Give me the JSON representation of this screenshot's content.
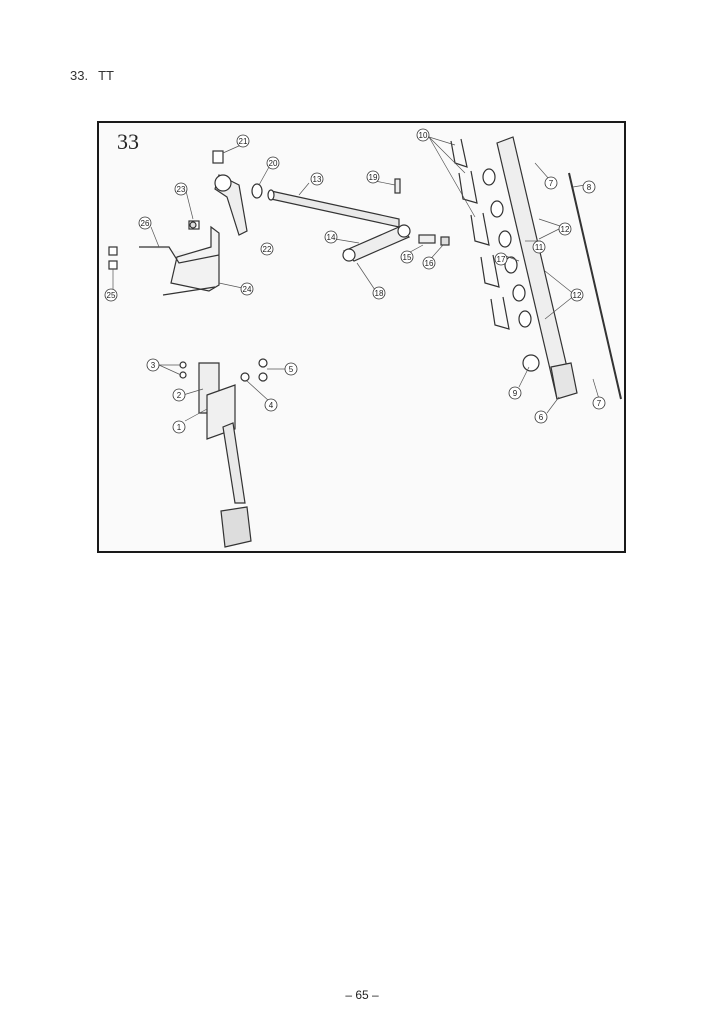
{
  "heading": {
    "number": "33.",
    "title": "TT"
  },
  "figure": {
    "number": "33",
    "callouts": [
      "1",
      "2",
      "3",
      "4",
      "5",
      "6",
      "7",
      "7",
      "8",
      "9",
      "10",
      "11",
      "12",
      "12",
      "13",
      "14",
      "15",
      "16",
      "17",
      "18",
      "19",
      "20",
      "21",
      "22",
      "23",
      "24",
      "25",
      "26"
    ]
  },
  "footer": {
    "page_number": "– 65 –"
  }
}
